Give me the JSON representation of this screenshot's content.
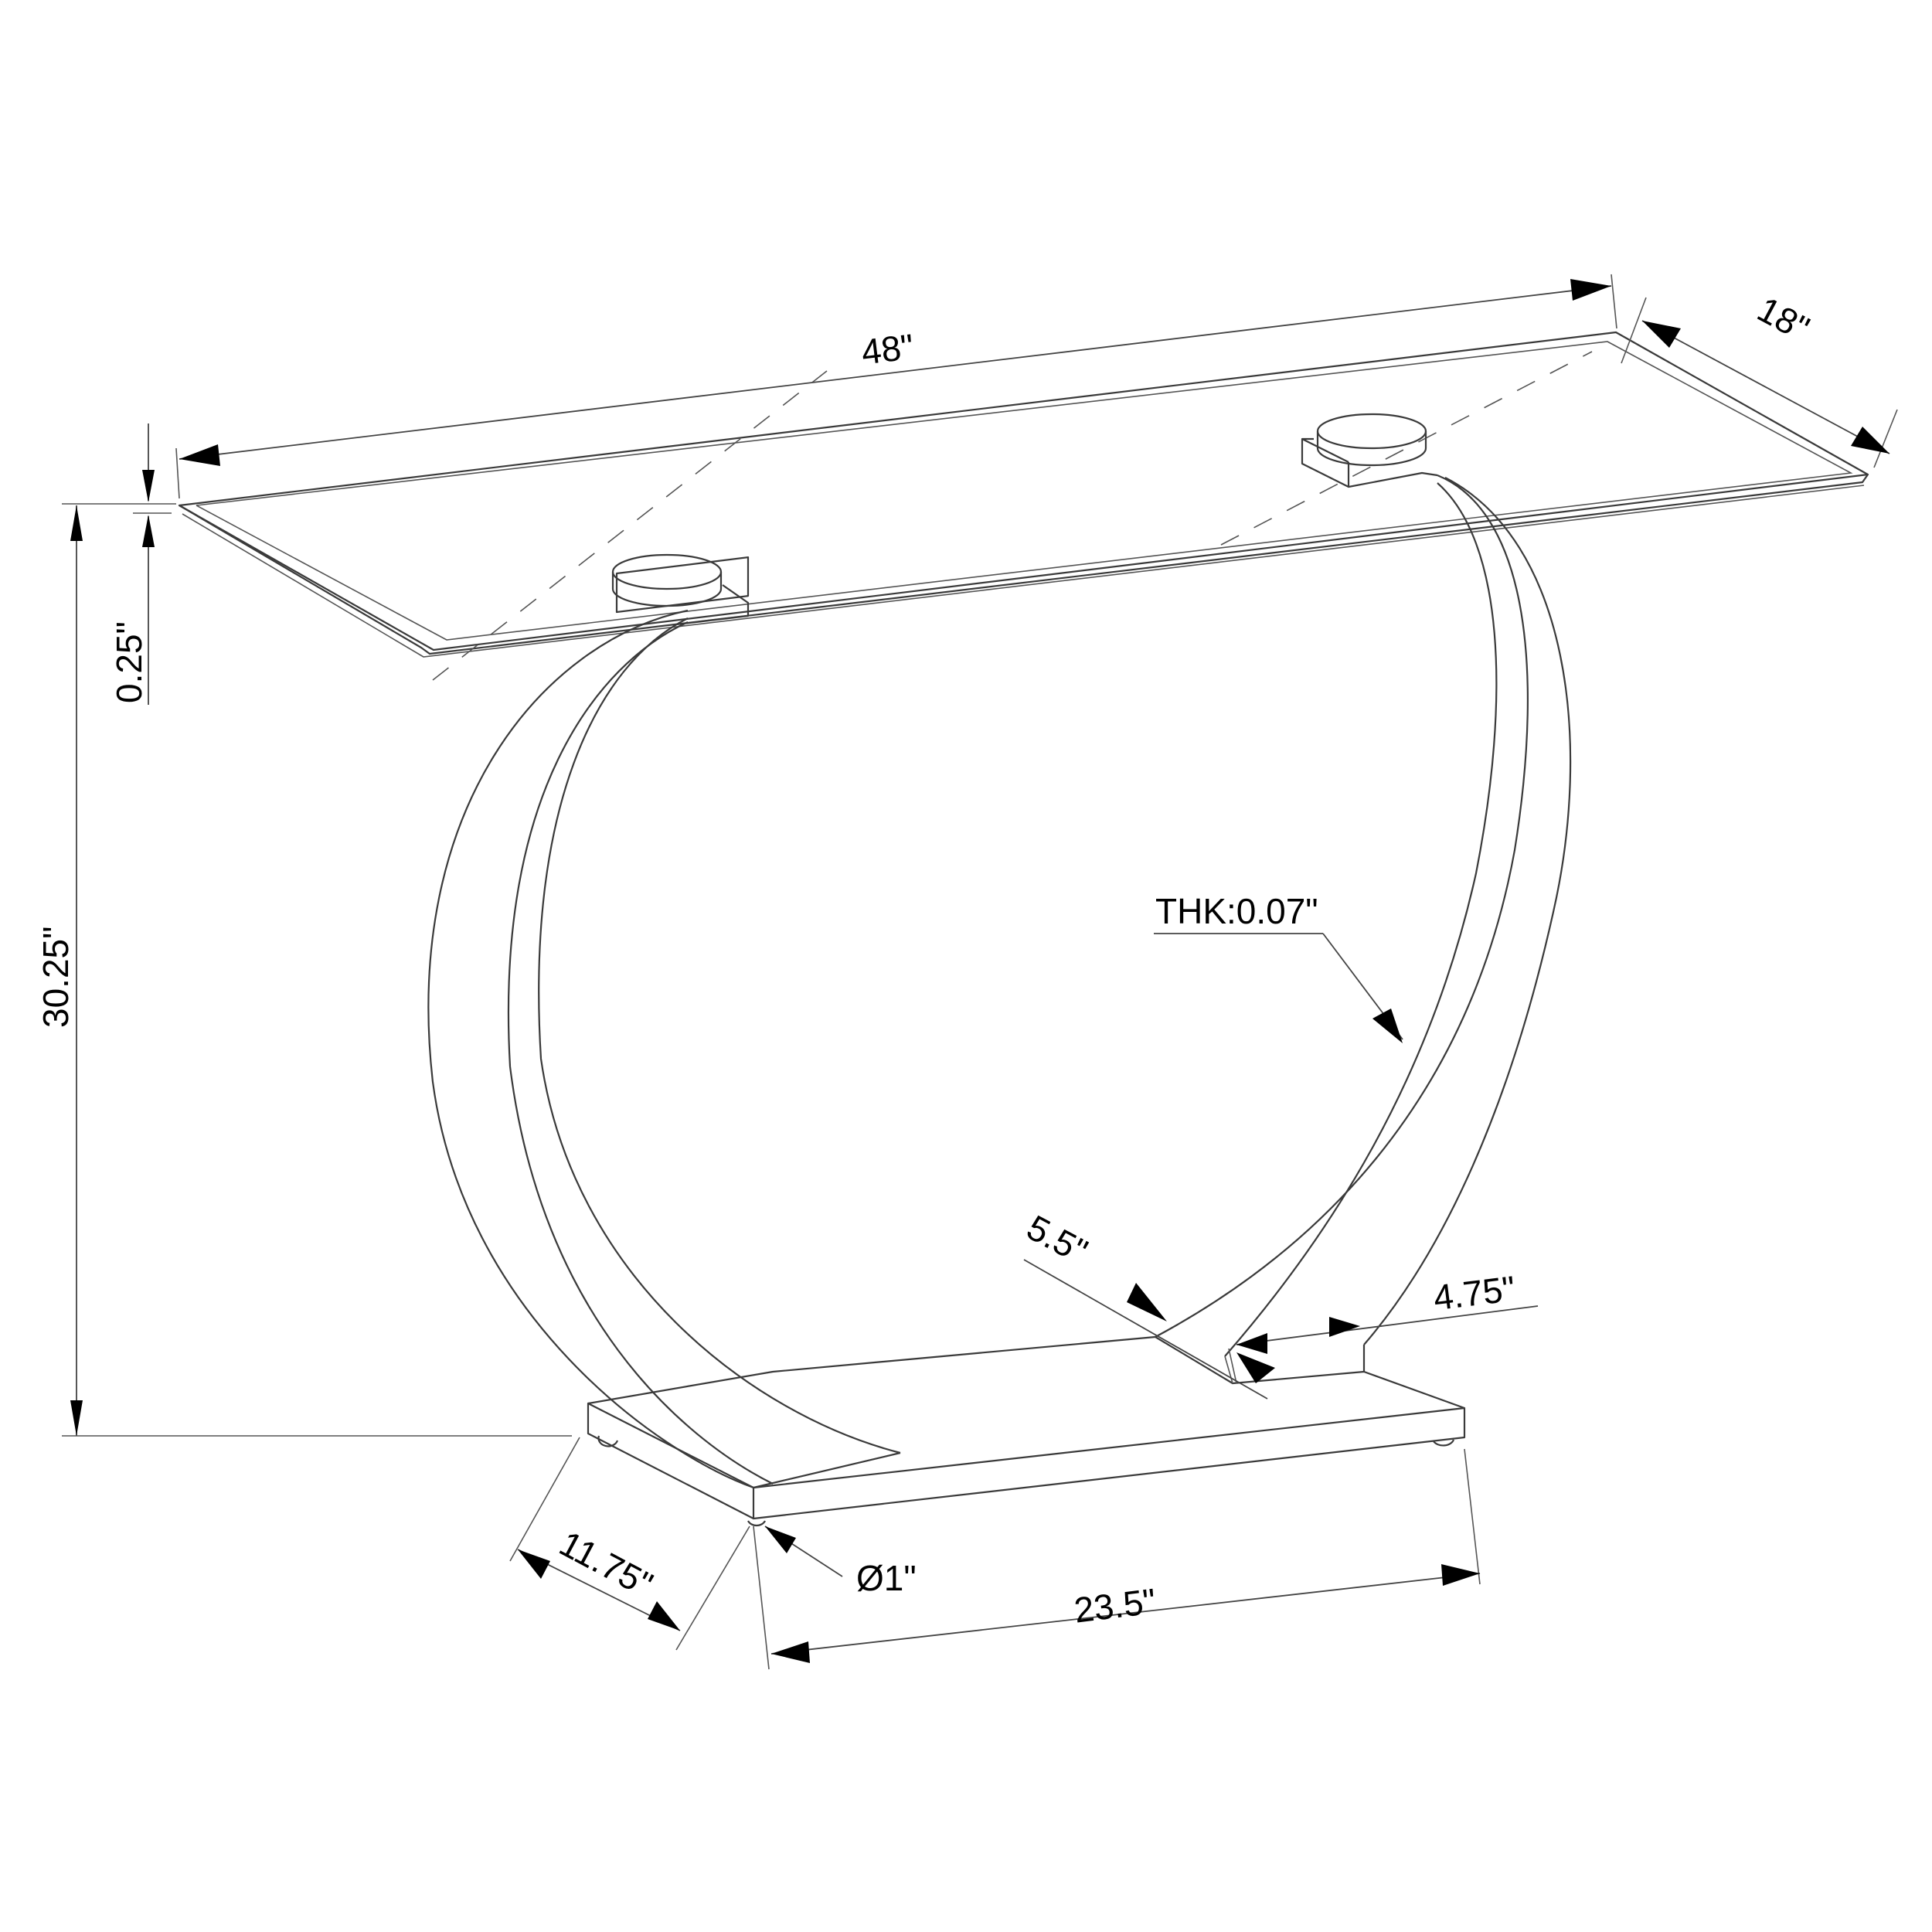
{
  "drawing": {
    "subject": "Console table technical line drawing with dimensions",
    "background": "#ffffff",
    "line_color": "#3a3a3a"
  },
  "dimensions": {
    "top_length": "48\"",
    "top_depth": "18\"",
    "top_thickness": "0.25\"",
    "overall_height": "30.25\"",
    "leg_thickness": "THK:0.07\"",
    "leg_width_a": "5.5\"",
    "leg_width_b": "4.75\"",
    "base_depth": "11.75\"",
    "foot_diameter": "Ø1\"",
    "base_length": "23.5\""
  }
}
